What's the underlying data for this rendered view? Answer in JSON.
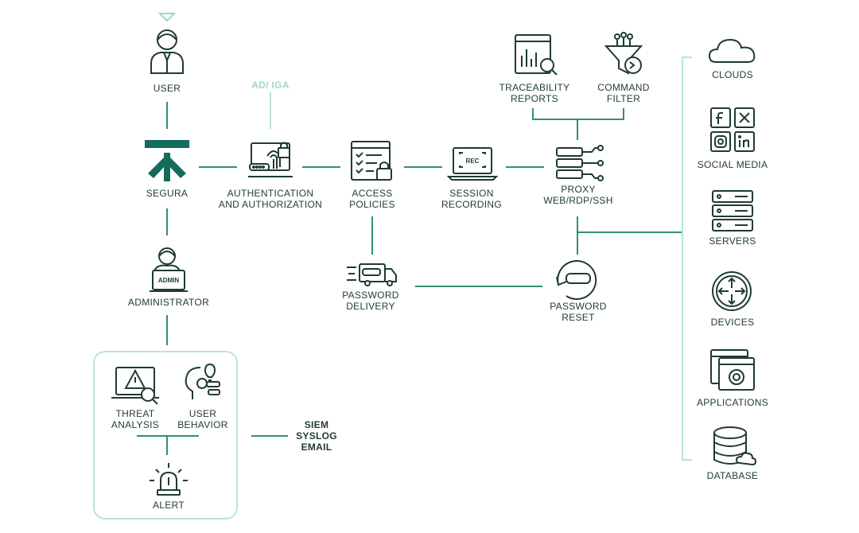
{
  "colors": {
    "line": "#2e8f7c",
    "faint": "#b8e3d9",
    "icon": "#1f3a34",
    "brand": "#136b5a"
  },
  "nodes": {
    "user": [
      "USER"
    ],
    "ad_iga": [
      "AD/ IGA"
    ],
    "segura": [
      "SEGURA"
    ],
    "auth": [
      "AUTHENTICATION",
      "AND AUTHORIZATION"
    ],
    "access": [
      "ACCESS",
      "POLICIES"
    ],
    "session": [
      "SESSION",
      "RECORDING"
    ],
    "traceability": [
      "TRACEABILITY",
      "REPORTS"
    ],
    "command": [
      "COMMAND",
      "FILTER"
    ],
    "proxy": [
      "PROXY",
      "WEB/RDP/SSH"
    ],
    "password_delivery": [
      "PASSWORD",
      "DELIVERY"
    ],
    "password_reset": [
      "PASSWORD",
      "RESET"
    ],
    "administrator": [
      "ADMINISTRATOR"
    ],
    "admin_badge": "ADMIN",
    "rec_badge": "REC",
    "threat": [
      "THREAT",
      "ANALYSIS"
    ],
    "behavior": [
      "USER",
      "BEHAVIOR"
    ],
    "alert": [
      "ALERT"
    ],
    "siem": [
      "SIEM",
      "SYSLOG",
      "EMAIL"
    ],
    "clouds": [
      "CLOUDS"
    ],
    "social": [
      "SOCIAL MEDIA"
    ],
    "servers": [
      "SERVERS"
    ],
    "devices": [
      "DEVICES"
    ],
    "applications": [
      "APPLICATIONS"
    ],
    "database": [
      "DATABASE"
    ]
  },
  "icons": {
    "user": "user-icon",
    "segura": "segura-logo",
    "auth": "fingerprint-lock-icon",
    "access": "checklist-lock-icon",
    "session": "laptop-rec-icon",
    "traceability": "report-magnifier-icon",
    "command": "funnel-terminal-icon",
    "proxy": "server-network-icon",
    "password_delivery": "truck-password-icon",
    "password_reset": "reset-password-icon",
    "administrator": "admin-laptop-icon",
    "threat": "warning-laptop-icon",
    "behavior": "head-lightbulb-icon",
    "alert": "siren-icon",
    "clouds": "cloud-icon",
    "social": "social-media-icons",
    "servers": "server-rack-icon",
    "devices": "router-icon",
    "applications": "app-gear-icon",
    "database": "database-cloud-icon"
  }
}
